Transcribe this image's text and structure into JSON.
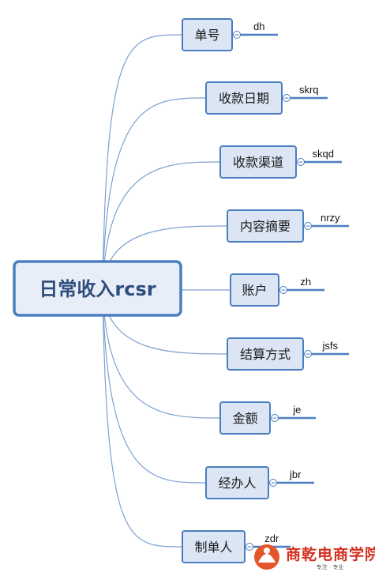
{
  "central_topic": "日常收入rcsr",
  "fields": [
    {
      "label": "单号",
      "code": "dh"
    },
    {
      "label": "收款日期",
      "code": "skrq"
    },
    {
      "label": "收款渠道",
      "code": "skqd"
    },
    {
      "label": "内容摘要",
      "code": "nrzy"
    },
    {
      "label": "账户",
      "code": "zh"
    },
    {
      "label": "结算方式",
      "code": "jsfs"
    },
    {
      "label": "金额",
      "code": "je"
    },
    {
      "label": "经办人",
      "code": "jbr"
    },
    {
      "label": "制单人",
      "code": "zdr"
    }
  ],
  "watermark": {
    "brand": "商乾电商学院",
    "tagline": "专注 · 专业"
  },
  "colors": {
    "node_fill": "#dbe5f4",
    "node_stroke": "#4a7ec0",
    "central_fill": "#e8eef8",
    "central_stroke": "#4a7ec0",
    "connector": "#7fa1cf",
    "underline": "#4a7ec0",
    "brand_red": "#d42f1e"
  }
}
